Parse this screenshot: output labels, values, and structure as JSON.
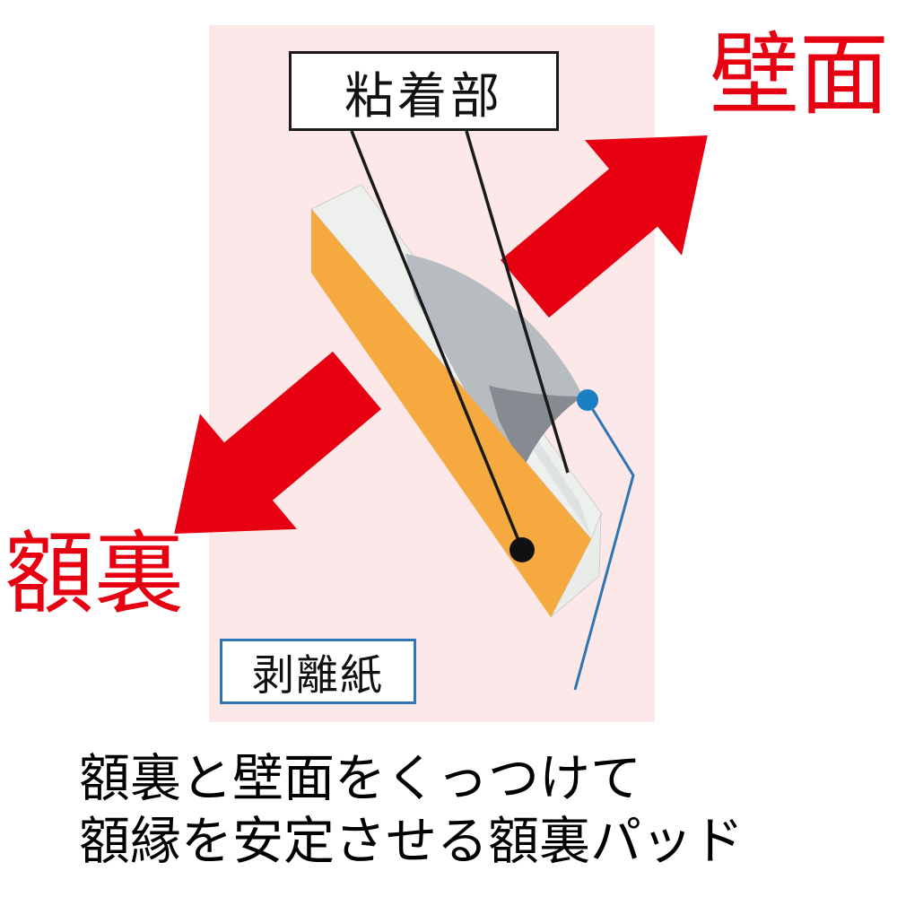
{
  "figure": {
    "annotation_boxes": {
      "adhesive_part": "粘着部",
      "release_paper": "剥離紙"
    },
    "direction_labels": {
      "wall_surface": "壁面",
      "frame_back": "額裏"
    },
    "caption": {
      "line1": "額裏と壁面をくっつけて",
      "line2": "額縁を安定させる額裏パッド"
    },
    "colors": {
      "panel_pink": "#fce8e8",
      "arrow_red": "#e60012",
      "annotation_blue": "#2e75b6",
      "dot_blue": "#1b7fc4",
      "pad_orange": "#f6a93f",
      "pad_surface_white": "#eef0ee",
      "release_film_gray": "#b7bcc0",
      "film_shadow_gray": "#858b90",
      "line_black": "#1a1a1a"
    }
  }
}
